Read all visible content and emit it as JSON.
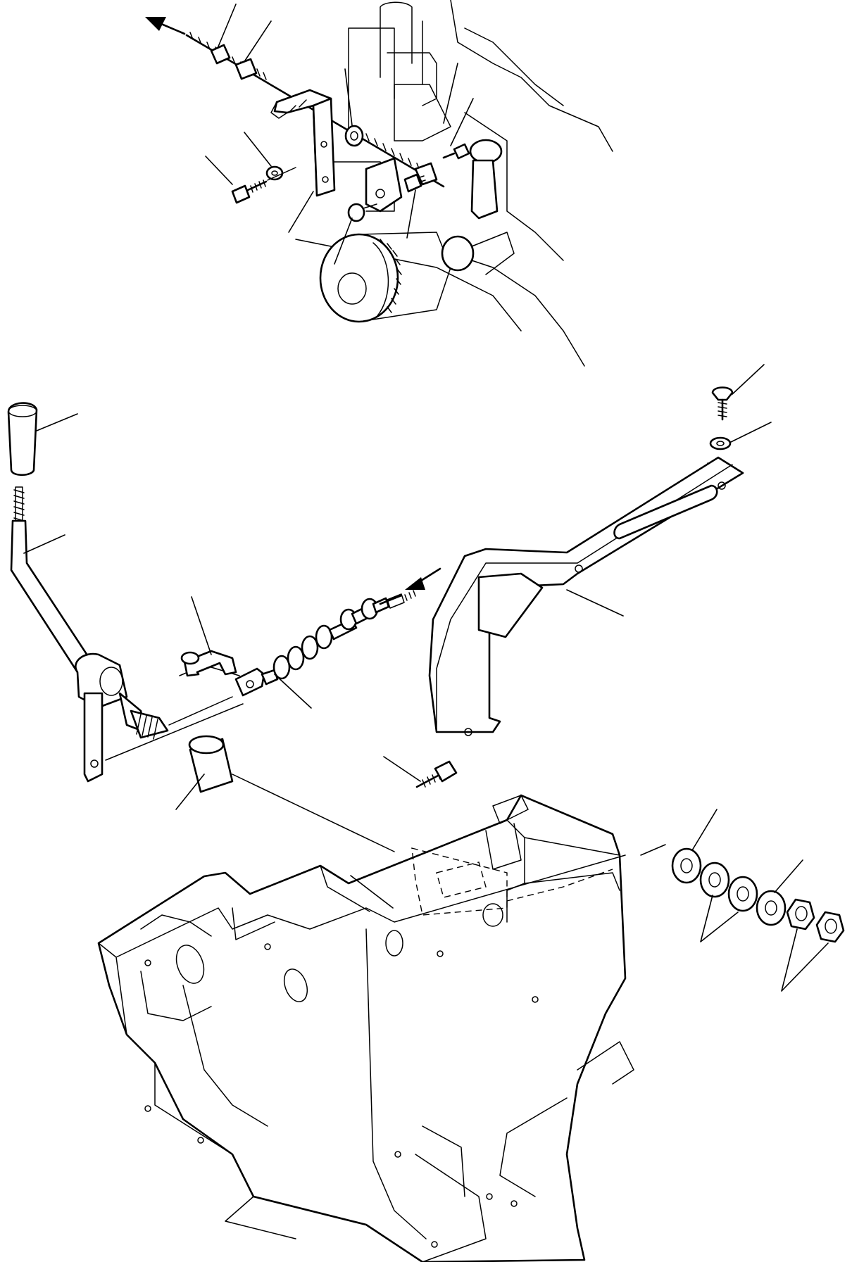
{
  "figure": {
    "type": "exploded parts diagram",
    "labels": [],
    "arrows": [
      "cable-out-arrow",
      "cable-in-arrow"
    ]
  }
}
